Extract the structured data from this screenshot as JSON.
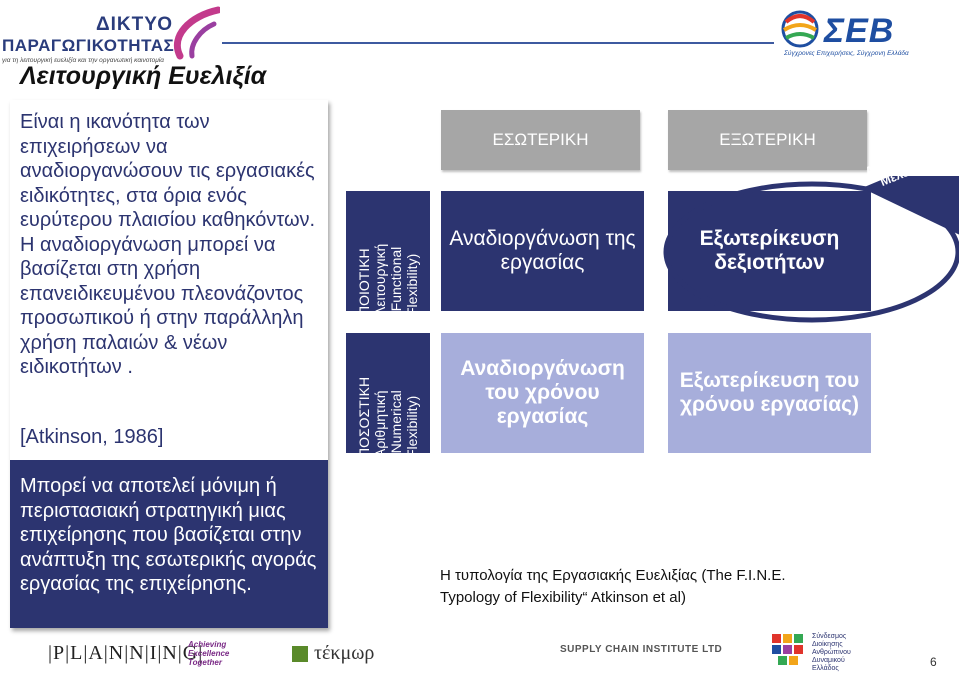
{
  "header": {
    "logo_left": {
      "line1": "ΔΙΚΤΥΟ",
      "line2": "ΠΑΡΑΓΩΓΙΚΟΤΗΤΑΣ",
      "tagline": "για τη λειτουργική ευελιξία και την οργανωτική καινοτομία"
    },
    "logo_right": {
      "name": "ΣΕΒ",
      "tagline": "Σύγχρονες Επιχειρήσεις, Σύγχρονη Ελλάδα"
    }
  },
  "title": "Λειτουργική Ευελιξία",
  "left_panel": {
    "definition": "Είναι η ικανότητα των επιχειρήσεων να αναδιοργανώσουν τις εργασιακές ειδικότητες, στα όρια ενός ευρύτερου πλαισίου καθηκόντων. Η αναδιοργάνωση μπορεί να βασίζεται στη χρήση επανειδικευμένου πλεονάζοντος προσωπικού ή στην παράλληλη χρήση παλαιών & νέων ειδικοτήτων .",
    "citation": "[Atkinson, 1986]",
    "strategy": "Μπορεί να αποτελεί μόνιμη ή περιστασιακή στρατηγική μιας επιχείρησης που βασίζεται στην ανάπτυξη της εσωτερικής αγοράς εργασίας της επιχείρησης."
  },
  "matrix": {
    "columns": [
      "ΕΣΩΤΕΡΙΚΗ",
      "ΕΞΩΤΕΡΙΚΗ"
    ],
    "rows": [
      "ΠΟΙΟΤΙΚΗ Λειτουργική (Functional Flexibility)",
      "ΠΟΣΟΣΤΙΚΗ Αριθμητική (Numerical Flexibility)"
    ],
    "cells": {
      "r1c1": "Αναδιοργάνωση της εργασίας",
      "r1c2": "Εξωτερίκευση δεξιοτήτων",
      "r2c1": "Αναδιοργάνωση του χρόνου εργασίας",
      "r2c2": "Εξωτερίκευση του χρόνου εργασίας)"
    },
    "highlight_label": "Αντικείμενο Μελέτης"
  },
  "caption": {
    "line1": "Η τυπολογία της Εργασιακής Ευελιξίας (The F.I.N.E.",
    "line2": "Typology of Flexibility“ Atkinson et al)"
  },
  "footer": {
    "planning": "|P|L|A|N|N|I|N|G|",
    "planning_tag": [
      "Achieving",
      "Excellence",
      "Together"
    ],
    "tekmor": "τέκμωρ",
    "supply": "SUPPLY CHAIN INSTITUTE LTD",
    "sdad": [
      "Σύνδεσμος",
      "Διοίκησης",
      "Ανθρώπινου",
      "Δυναμικού",
      "Ελλάδος"
    ],
    "page_number": "6"
  },
  "colors": {
    "navy": "#2c3470",
    "lavender": "#a7aedb",
    "gray": "#a6a6a6",
    "brand_blue": "#1e4ea1"
  }
}
